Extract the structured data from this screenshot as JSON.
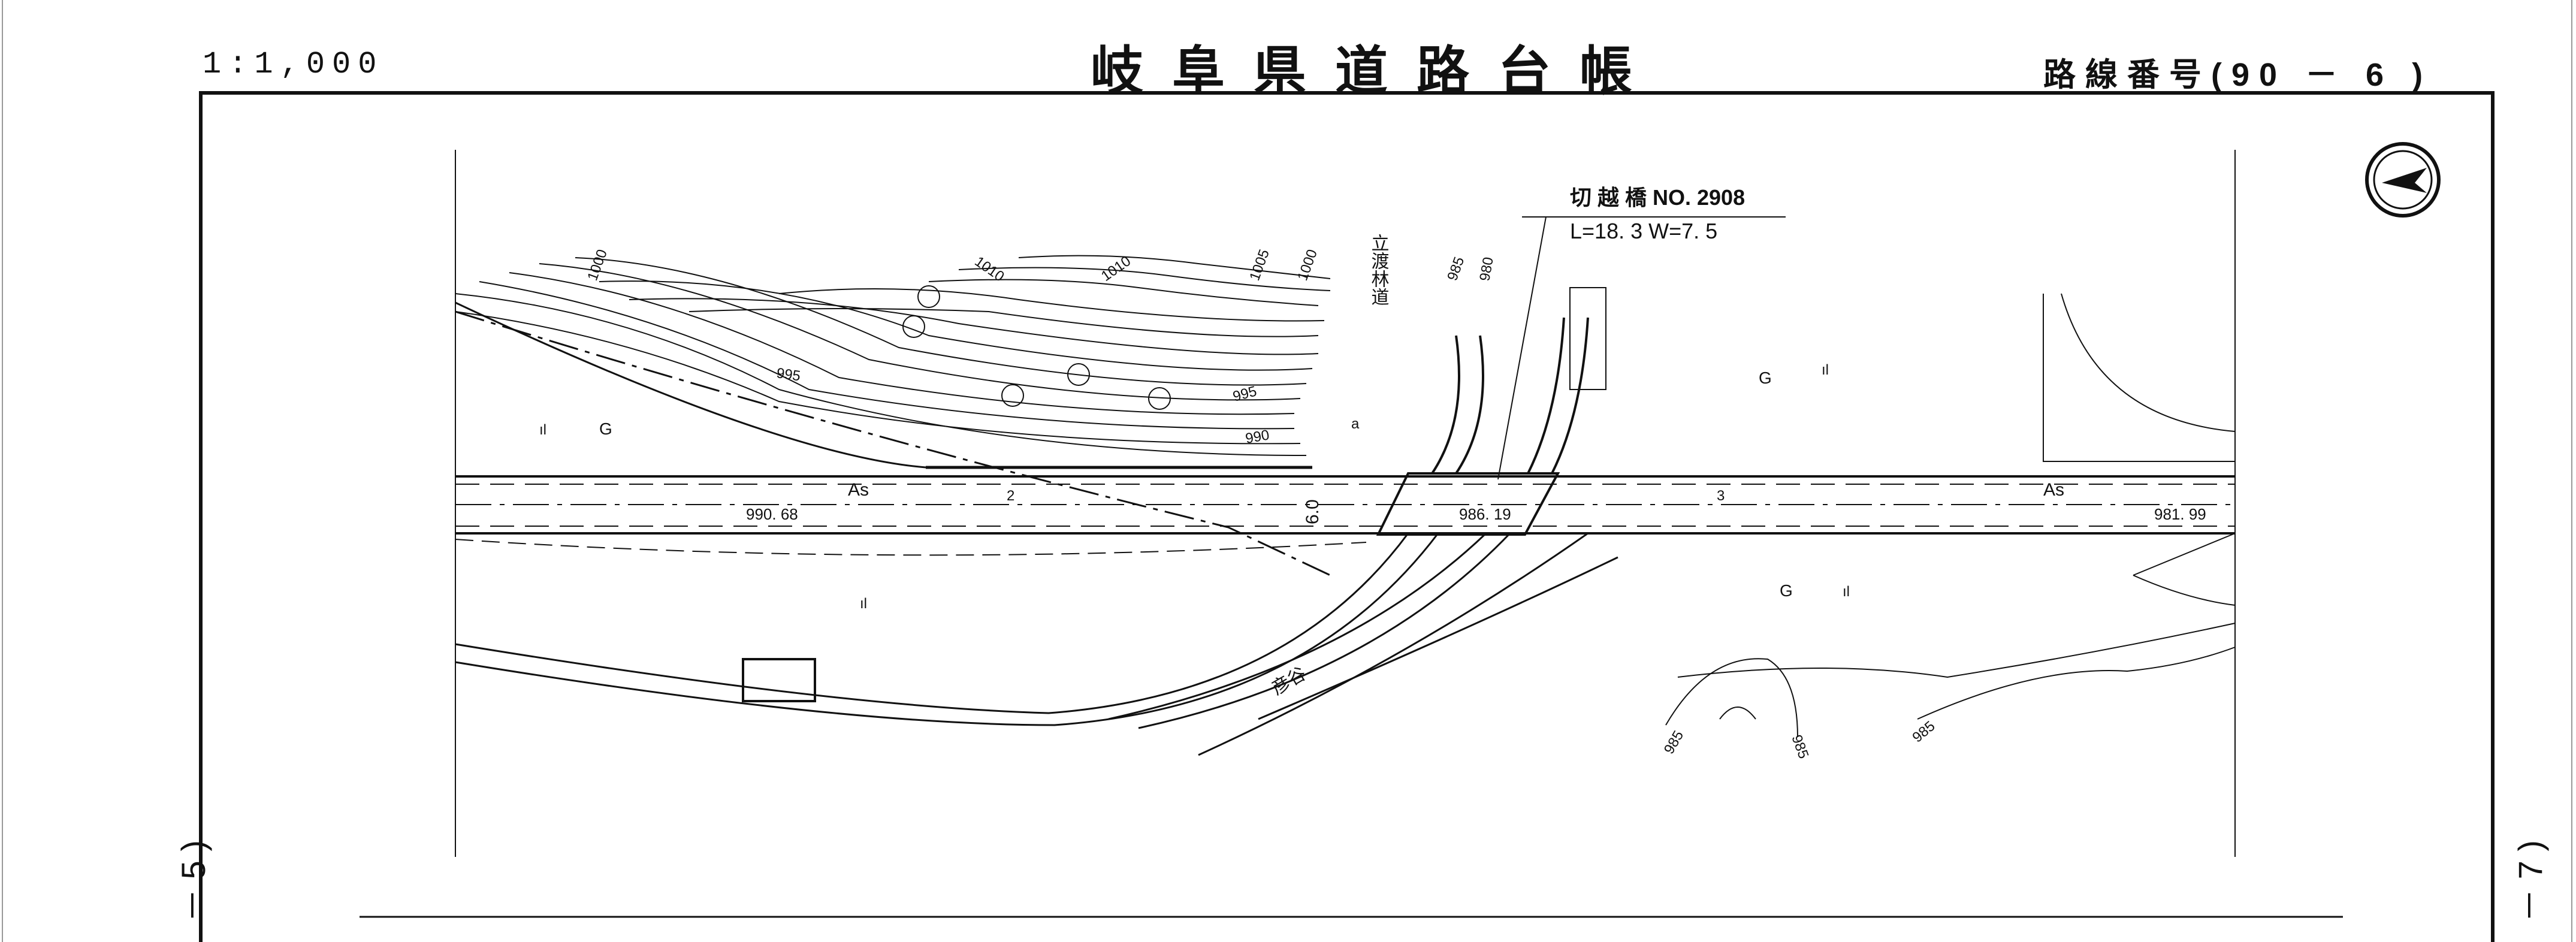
{
  "header": {
    "scale": "1:1,000",
    "title": "岐阜県道路台帳",
    "route_number": "路線番号(90 － 6 )"
  },
  "side_marks": {
    "left": "－ 5 )",
    "right": "－ 7 )"
  },
  "bridge": {
    "name": "切 越 橋 NO. 2908",
    "dimensions": "L=18. 3 W=7. 5"
  },
  "forest_road_label": "立渡林道",
  "river_label": "彦谷",
  "road_labels": {
    "surface_left": "As",
    "surface_right": "As",
    "station_2": "2",
    "station_3": "3",
    "width": "6.0"
  },
  "elevations": {
    "left": "990. 68",
    "center": "986. 19",
    "right": "981. 99"
  },
  "contours": [
    "1000",
    "1010",
    "1010",
    "1005",
    "1000",
    "985",
    "980",
    "995",
    "995",
    "990",
    "985",
    "985",
    "985"
  ],
  "landuse_marks": {
    "G": "G",
    "field": "ıl",
    "a": "a"
  },
  "colors": {
    "ink": "#111111",
    "paper": "#ffffff"
  }
}
